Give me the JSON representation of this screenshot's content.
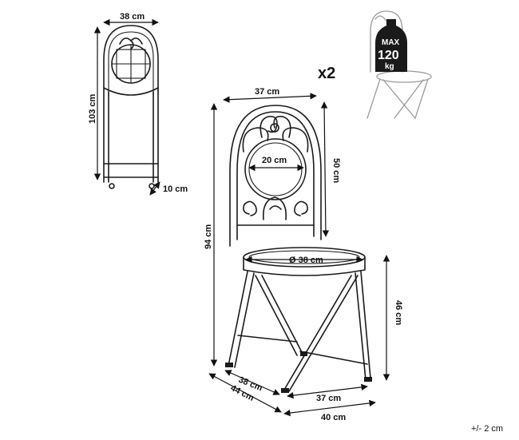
{
  "folded_view": {
    "width_label": "38 cm",
    "height_label": "103 cm",
    "depth_label": "10 cm"
  },
  "quantity_label": "x2",
  "load_badge": {
    "line1": "MAX",
    "line2": "120",
    "line3": "kg"
  },
  "main_view": {
    "backrest_width_label": "37 cm",
    "medallion_width_label": "20 cm",
    "backrest_height_label": "50 cm",
    "total_height_label": "94 cm",
    "seat_diameter_label": "Ø 38 cm",
    "seat_height_label": "46 cm",
    "inner_depth_label": "38 cm",
    "outer_depth_label": "44 cm",
    "front_width_label": "37 cm",
    "overall_width_label": "40 cm"
  },
  "tolerance_label": "+/- 2 cm"
}
